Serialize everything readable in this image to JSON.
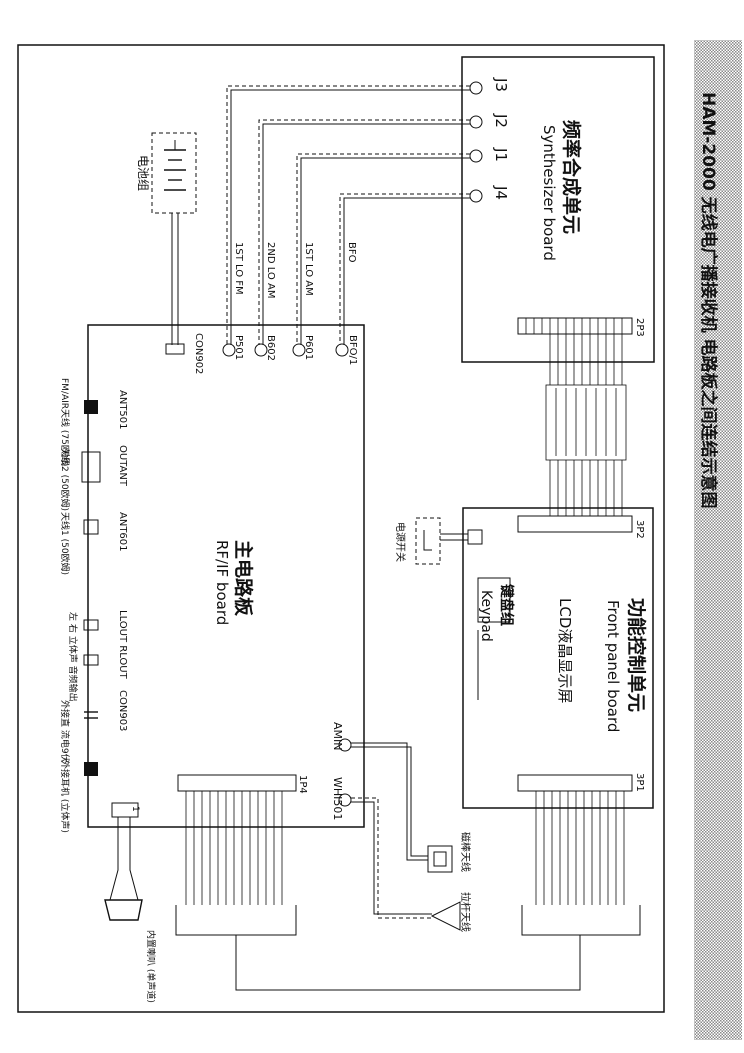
{
  "title": "HAM-2000 无线电广播接收机  电路板之间连结示意图",
  "colors": {
    "ink": "#111111",
    "stripe": "#8a8a8a",
    "paper": "#ffffff"
  },
  "boards": {
    "synth": {
      "cn": "频率合成单元",
      "en": "Synthesizer board",
      "connector": "2P3"
    },
    "rf": {
      "cn": "主电路板",
      "en": "RF/IF board",
      "connector": "1P4"
    },
    "front": {
      "cn": "功能控制单元",
      "en": "Front panel board",
      "lcd": "LCD液晶显示屏",
      "keypad_cn": "键盘组",
      "keypad_en": "Keypad",
      "connector_top": "3P2",
      "connector_bottom": "3P1"
    }
  },
  "jacks": [
    "J3",
    "J2",
    "J1",
    "J4"
  ],
  "signals": [
    "1ST LO FM",
    "2ND LO AM",
    "1ST LO AM",
    "BFO"
  ],
  "rf_ports": [
    "P501",
    "B602",
    "P601",
    "BFO/1",
    "CON902"
  ],
  "battery": "电池组",
  "power_switch": "电源开关",
  "bottom_ports": [
    {
      "id": "ANT501",
      "desc": "FM/AIR天线 (75欧姆)"
    },
    {
      "id": "OUTANT",
      "desc": "天线2 (50欧姆)"
    },
    {
      "id": "ANT601",
      "desc": "天线1 (50欧姆)"
    },
    {
      "id": "LLOUT RLOUT",
      "desc": "左 右 立体声 音频输出"
    },
    {
      "id": "CON903",
      "desc": "外接直 流电9伏"
    },
    {
      "id": "",
      "desc": "外接耳机 (立体声)"
    },
    {
      "id": "1",
      "desc": "内置喇叭 (单声道)"
    }
  ],
  "ant_ports": {
    "amin": "AMIN",
    "whi": "WHI501"
  },
  "antennas": {
    "loop": "磁棒天线",
    "rod": "拉杆天线"
  }
}
